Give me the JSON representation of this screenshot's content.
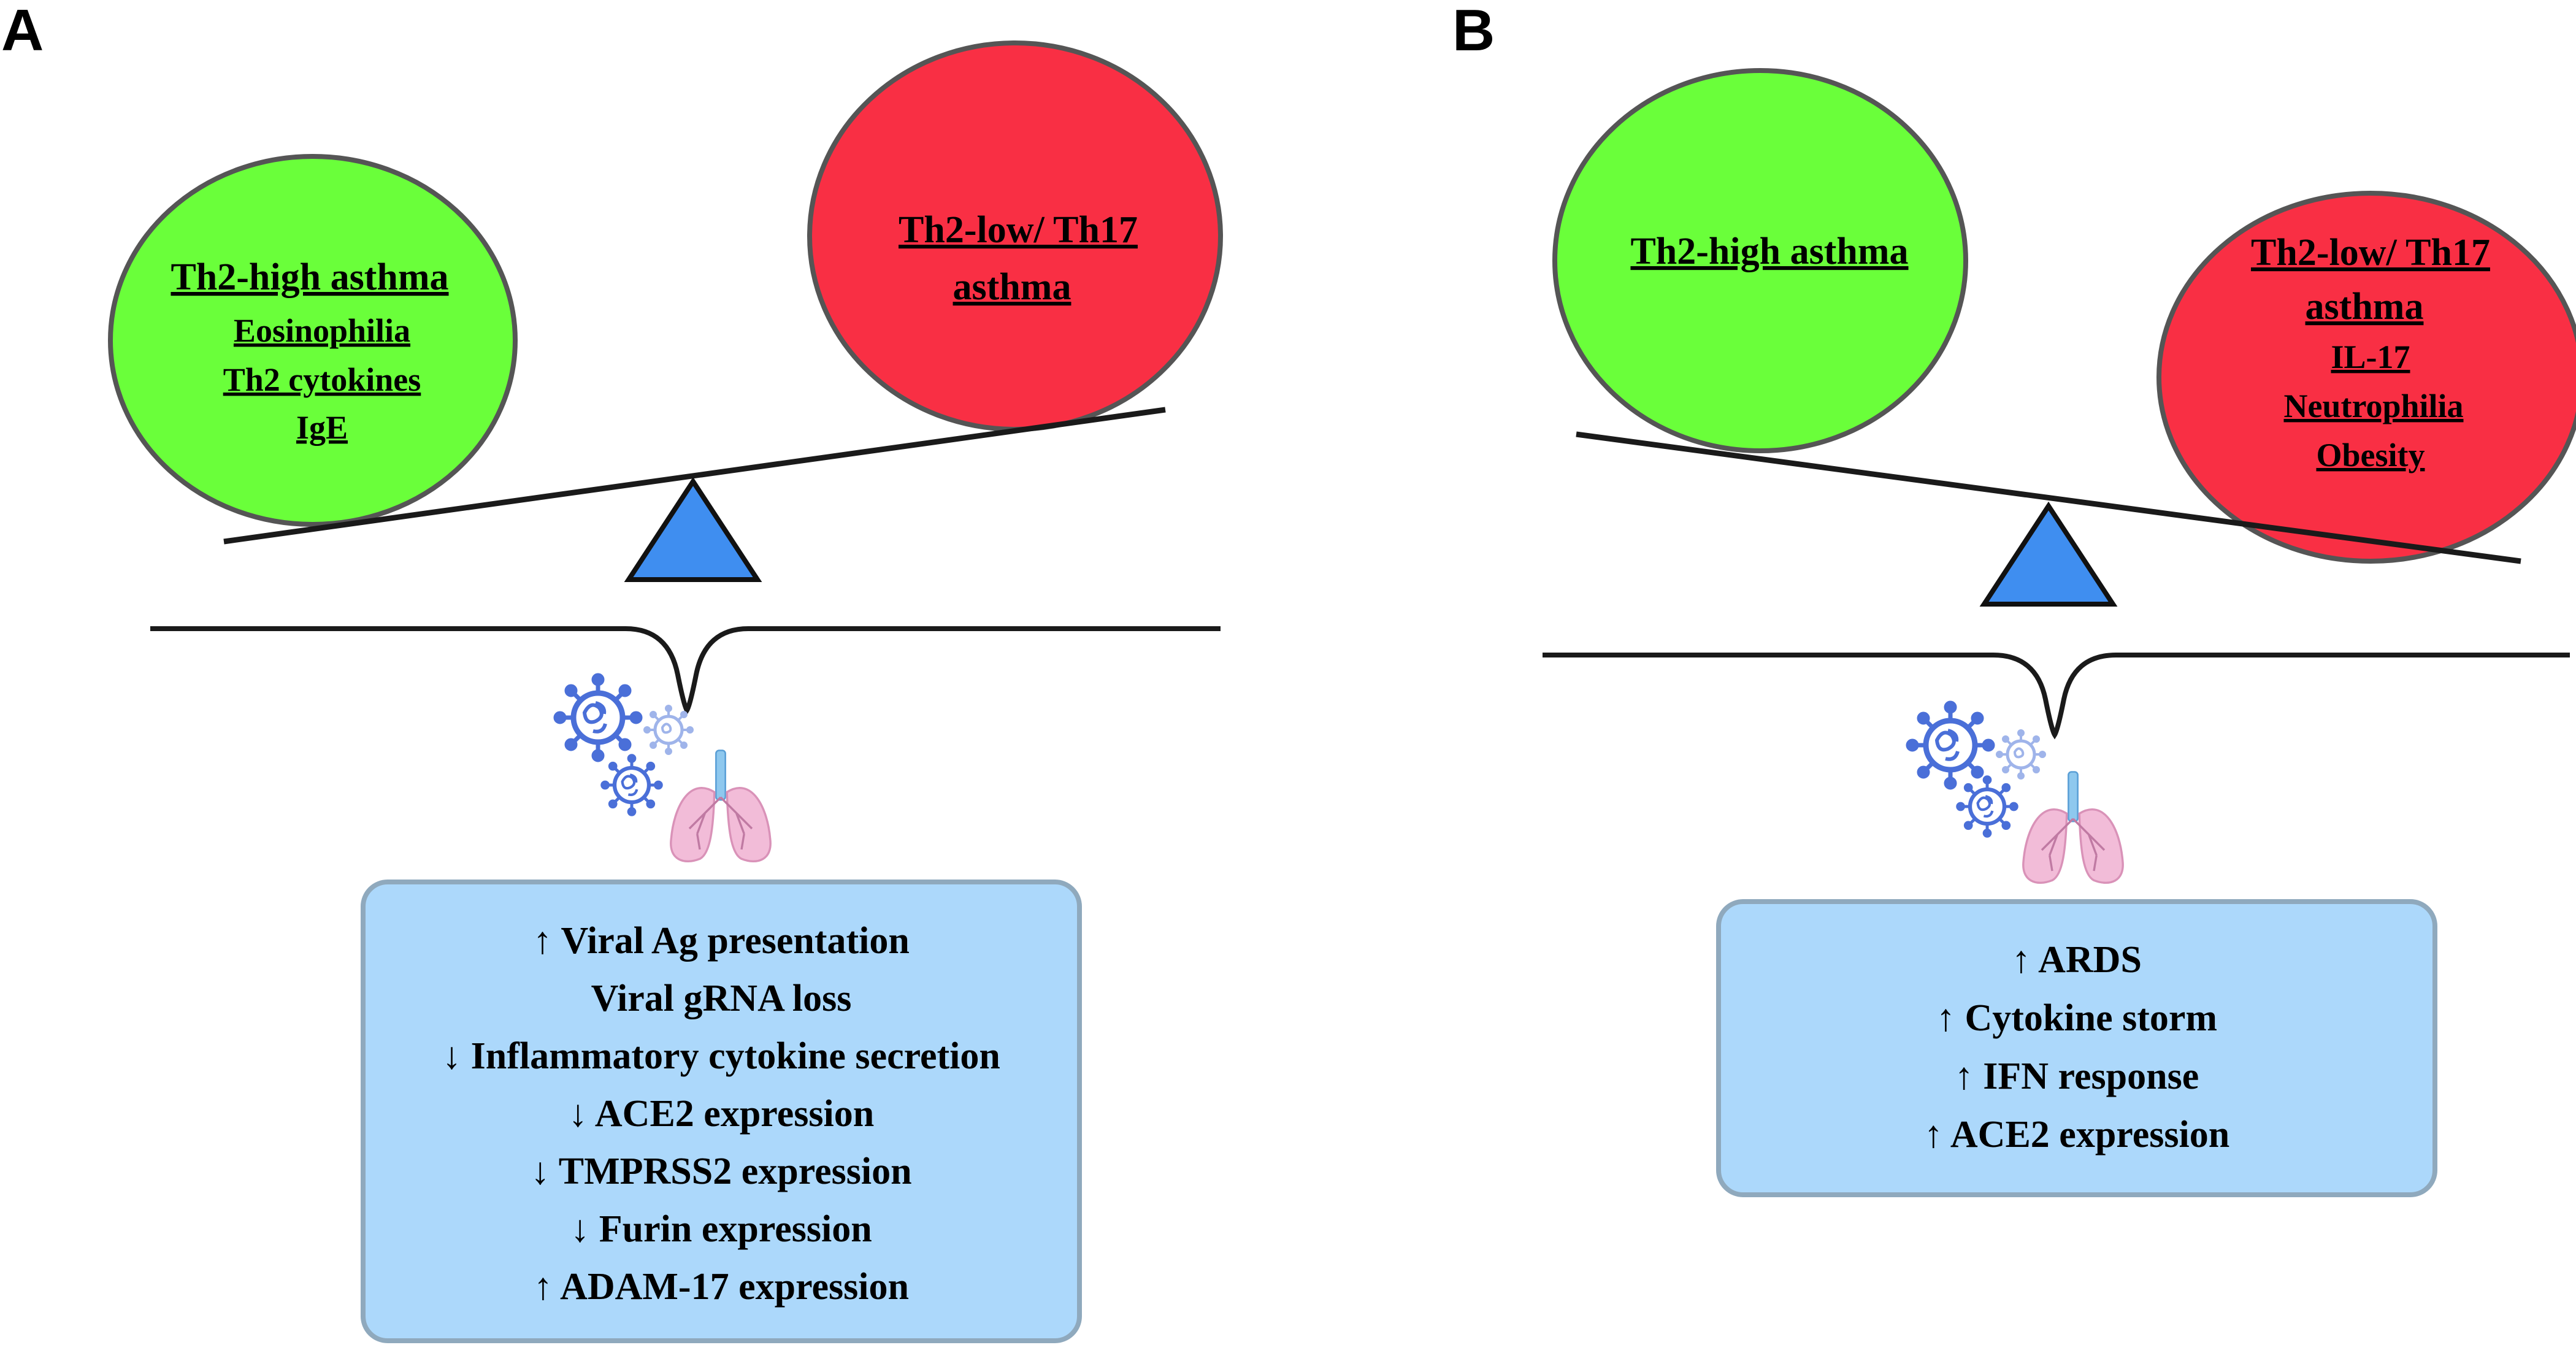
{
  "colors": {
    "th2_high_fill": "#6aff3a",
    "th2_low_fill": "#f92f44",
    "fulcrum_fill": "#3f8ef0",
    "effects_box_fill": "#acd8fb",
    "effects_box_border": "#8fa9bd",
    "virus_color": "#4a6fd8",
    "lung_color": "#e8a9c8"
  },
  "panels": [
    {
      "label": "A",
      "left_circle": {
        "title": "Th2-high asthma",
        "items": [
          "Eosinophilia",
          "Th2 cytokines",
          "IgE"
        ]
      },
      "right_circle": {
        "title_lines": [
          "Th2-low/ Th17",
          "asthma"
        ],
        "items": []
      },
      "effects": [
        "↑ Viral Ag presentation",
        "Viral gRNA loss",
        "↓ Inflammatory cytokine secretion",
        "↓ ACE2 expression",
        "↓ TMPRSS2 expression",
        "↓ Furin expression",
        "↑ ADAM-17 expression"
      ]
    },
    {
      "label": "B",
      "left_circle": {
        "title": "Th2-high asthma",
        "items": []
      },
      "right_circle": {
        "title_lines": [
          "Th2-low/ Th17",
          "asthma"
        ],
        "items": [
          "IL-17",
          "Neutrophilia",
          "Obesity"
        ]
      },
      "effects": [
        "↑ ARDS",
        "↑ Cytokine storm",
        "↑ IFN response",
        "↑ ACE2 expression"
      ]
    }
  ]
}
